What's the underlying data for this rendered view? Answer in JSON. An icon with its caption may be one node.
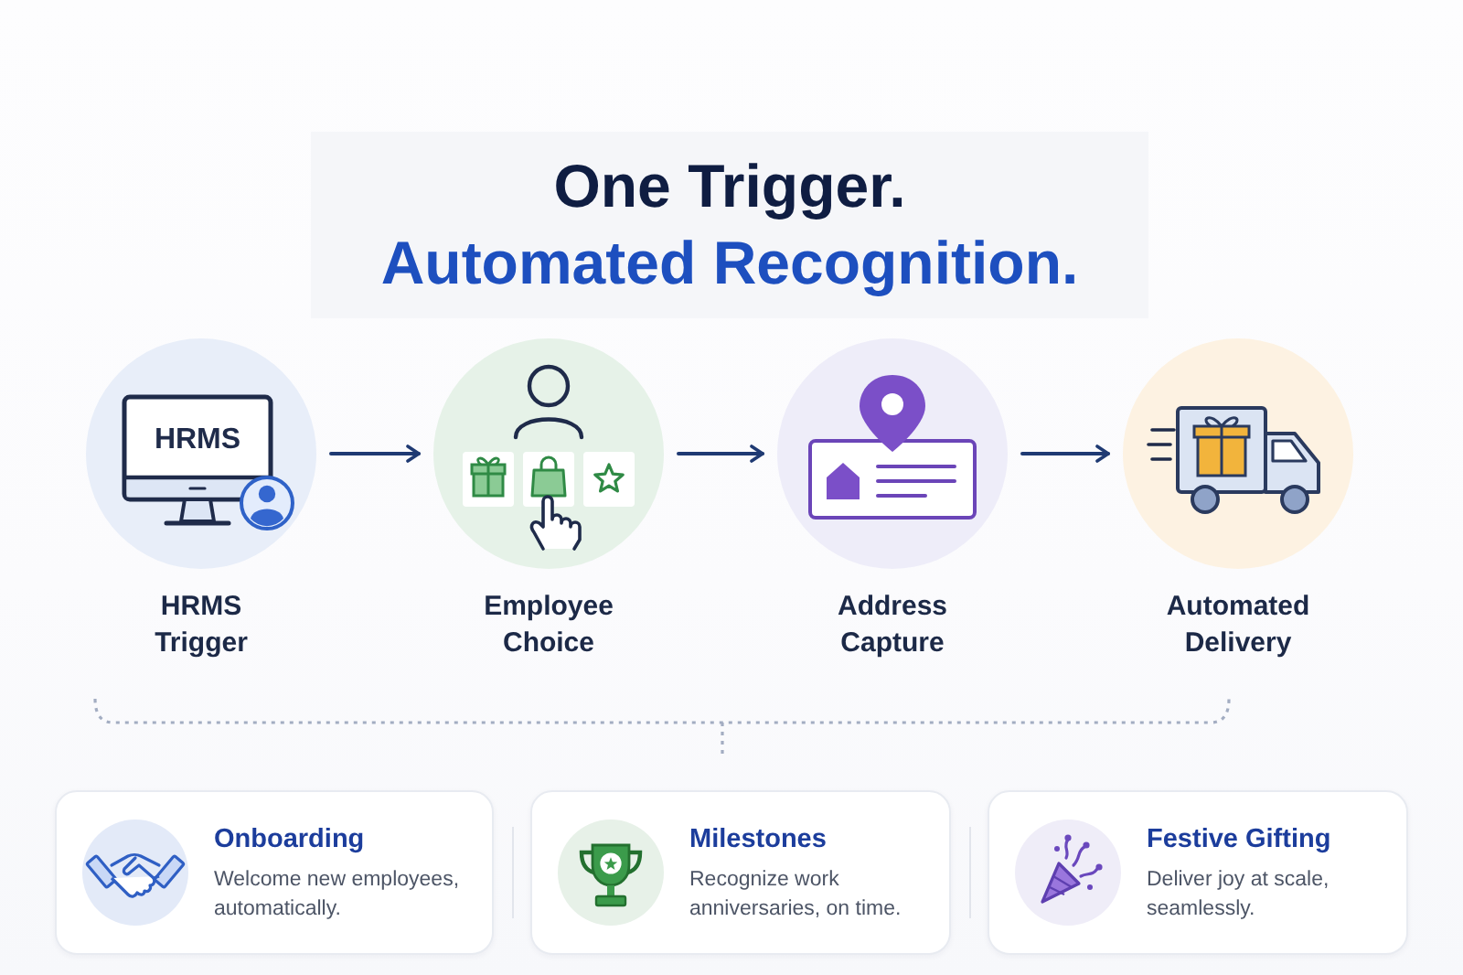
{
  "diagram": {
    "title": "One Trigger.",
    "nodes": [
      {
        "text": [
          "HRMS",
          "HRMS Trigger"
        ]
      },
      {
        "text": [
          "Employee Choice"
        ]
      },
      {
        "text": [
          "Address Capture"
        ]
      },
      {
        "text": [
          "Automated Delivery"
        ]
      },
      {
        "text": [
          "Onboarding",
          "Welcome new employees, automatically."
        ]
      },
      {
        "text": [
          "Milestones",
          "Recognize work anniversaries, on time."
        ]
      },
      {
        "text": [
          "Festive Gifting",
          "Deliver joy at scale, seamlessly."
        ]
      }
    ],
    "edges": [
      {
        "from": 0,
        "to": 1,
        "arrow": "to"
      },
      {
        "from": 1,
        "to": 2,
        "arrow": "to"
      },
      {
        "from": 2,
        "to": 3,
        "arrow": "to"
      }
    ],
    "labels": [
      "Automated Recognition."
    ]
  }
}
